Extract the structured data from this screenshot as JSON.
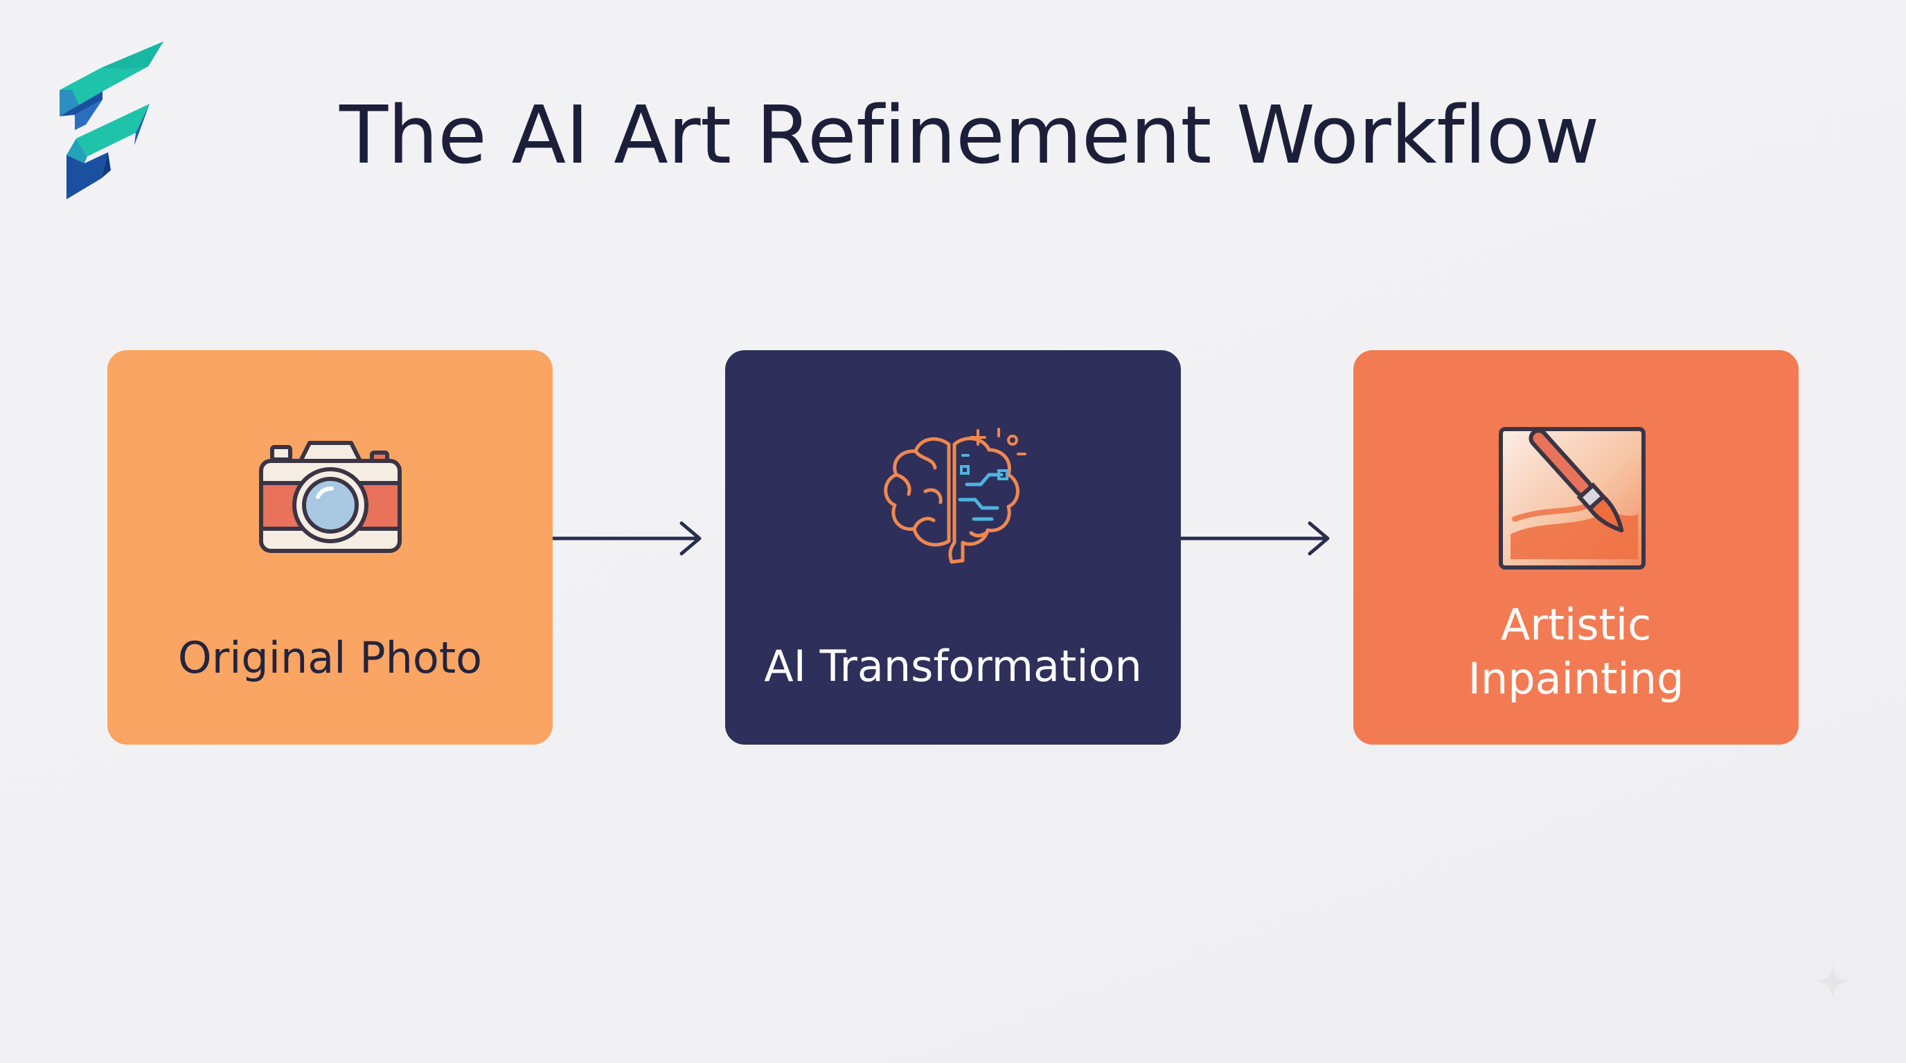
{
  "title": "The AI Art Refinement Workflow",
  "steps": [
    {
      "label": "Original Photo",
      "icon": "camera-icon",
      "color": "#fba564"
    },
    {
      "label": "AI Transformation",
      "icon": "brain-circuit-icon",
      "color": "#2e2f5b"
    },
    {
      "label_lines": [
        "Artistic",
        "Inpainting"
      ],
      "icon": "paintbrush-canvas-icon",
      "color": "#f37b54"
    }
  ],
  "connectors": [
    "arrow-right-icon",
    "arrow-right-icon"
  ],
  "colors": {
    "text_dark": "#1d1f3a",
    "logo_teal": "#1fc3aa",
    "logo_blue": "#1b4fa0",
    "arrow": "#2b2d4e"
  }
}
